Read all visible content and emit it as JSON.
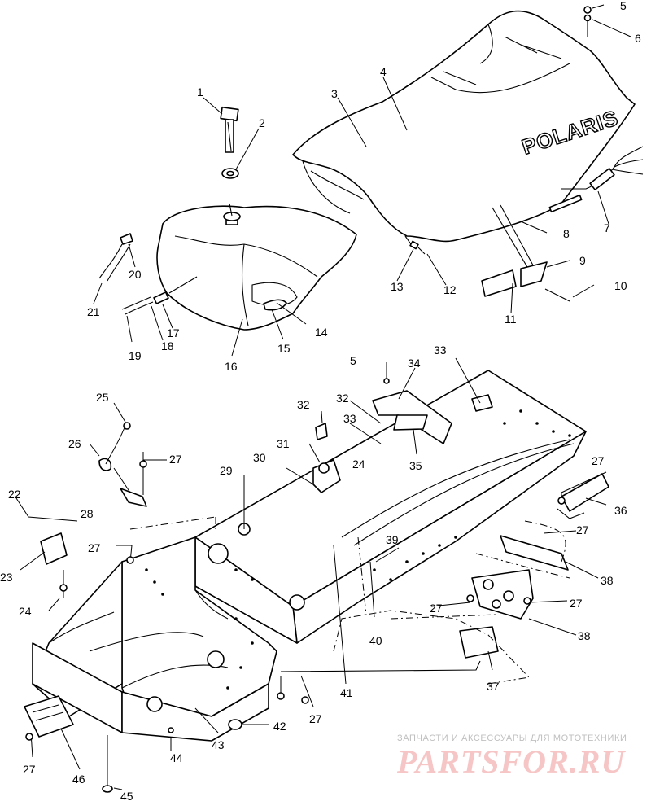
{
  "diagram": {
    "seat_brand": "POLARIS",
    "watermark": {
      "line1": "ЗАПЧАСТИ И АКСЕССУАРЫ ДЛЯ МОТОТЕХНИКИ",
      "line2": "PARTSFOR.RU"
    },
    "callouts": {
      "c1": "1",
      "c2": "2",
      "c3": "3",
      "c4": "4",
      "c5a": "5",
      "c6": "6",
      "c7": "7",
      "c8": "8",
      "c9": "9",
      "c10": "10",
      "c11": "11",
      "c12": "12",
      "c13": "13",
      "c14": "14",
      "c15": "15",
      "c16": "16",
      "c17": "17",
      "c18": "18",
      "c19": "19",
      "c20": "20",
      "c21": "21",
      "c22": "22",
      "c23": "23",
      "c24a": "24",
      "c24b": "24",
      "c25": "25",
      "c26": "26",
      "c27a": "27",
      "c27b": "27",
      "c27c": "27",
      "c27d": "27",
      "c27e": "27",
      "c27f": "27",
      "c27g": "27",
      "c27h": "27",
      "c28": "28",
      "c29": "29",
      "c30": "30",
      "c31": "31",
      "c32a": "32",
      "c32b": "32",
      "c33a": "33",
      "c33b": "33",
      "c34": "34",
      "c35": "35",
      "c36": "36",
      "c37": "37",
      "c38a": "38",
      "c38b": "38",
      "c39": "39",
      "c40": "40",
      "c41": "41",
      "c42": "42",
      "c43": "43",
      "c44": "44",
      "c45": "45",
      "c46": "46",
      "c5b": "5"
    }
  }
}
